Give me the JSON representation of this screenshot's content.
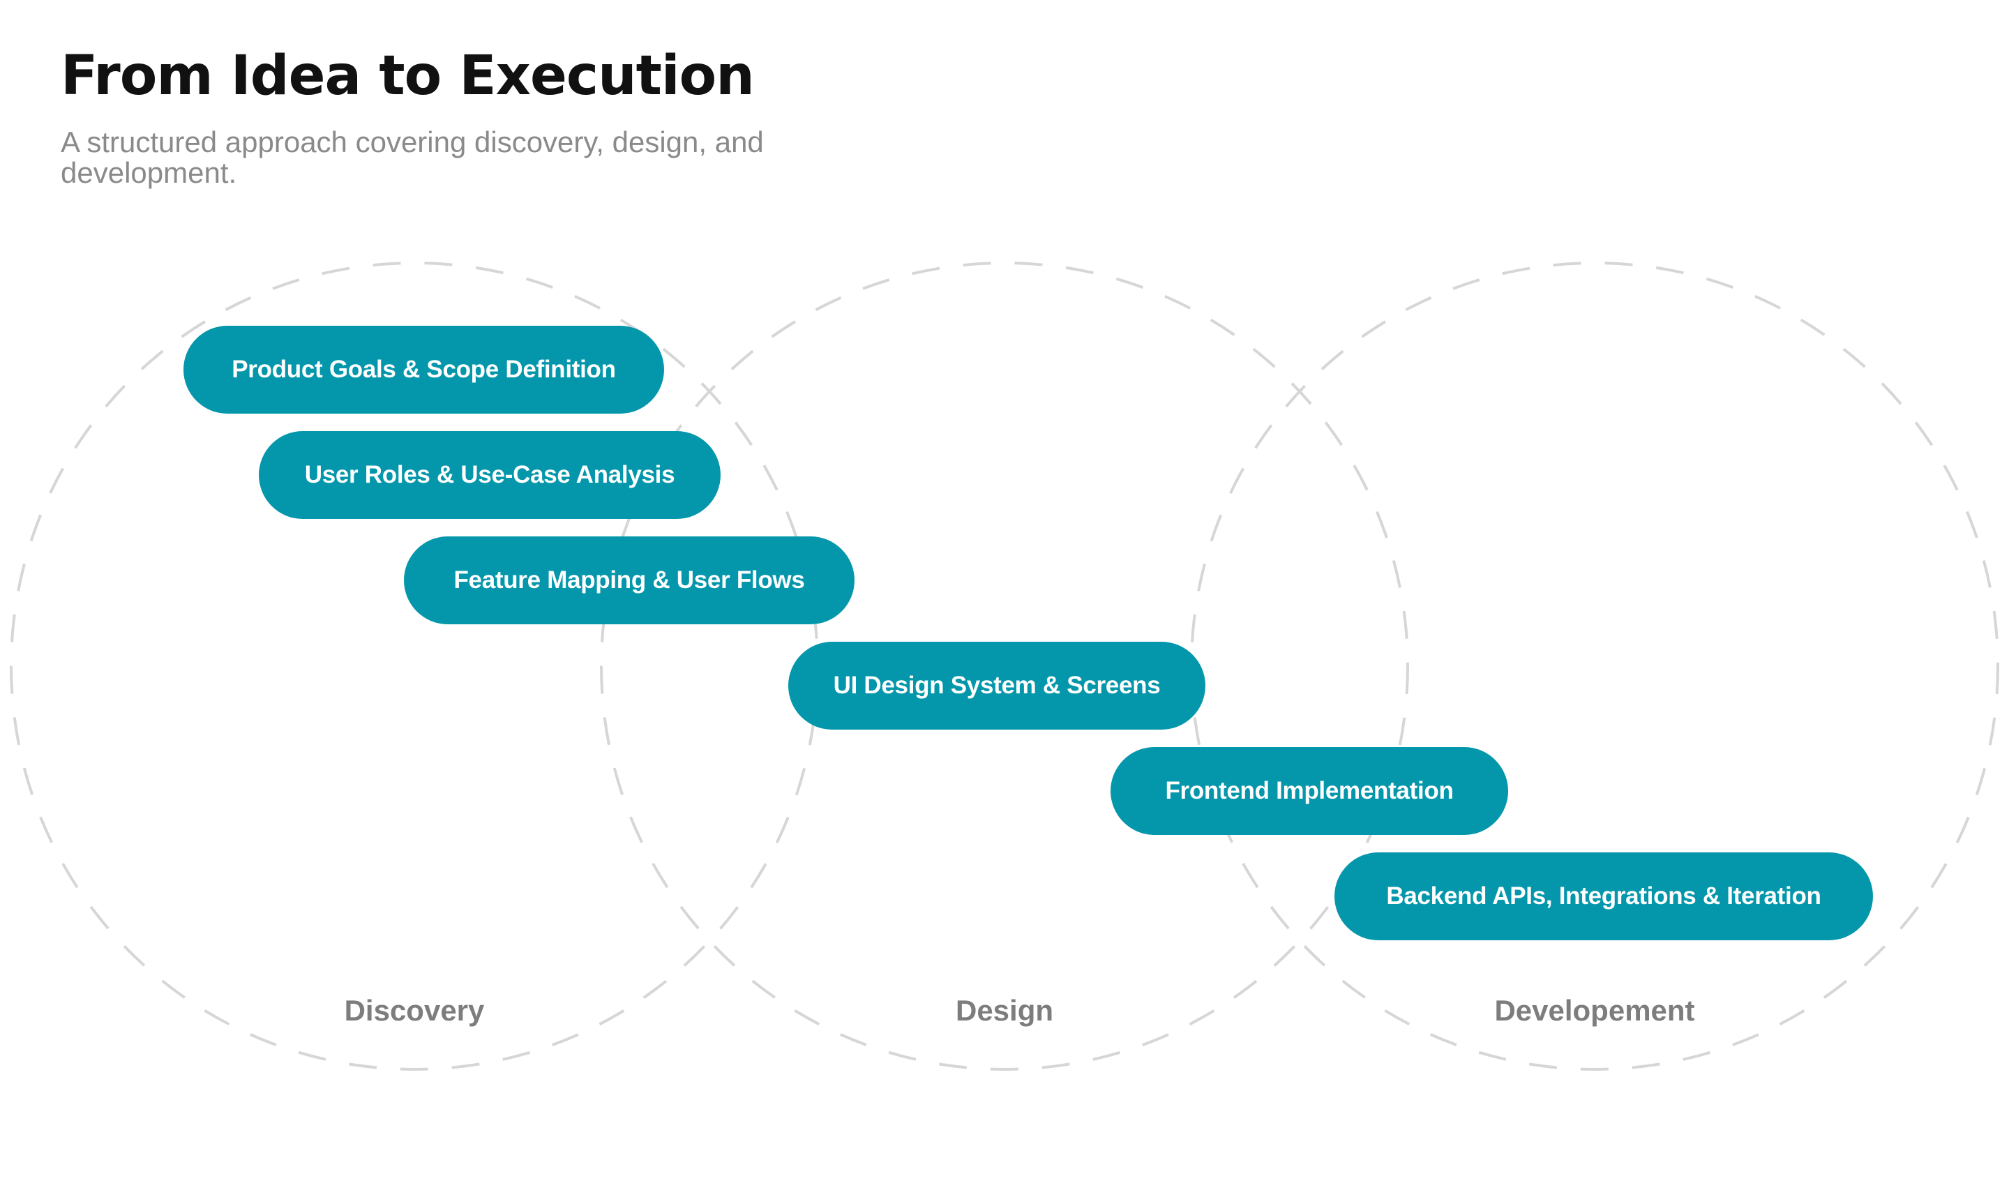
{
  "header": {
    "title": "From Idea to Execution",
    "subtitle": "A structured approach covering discovery, design, and development."
  },
  "phases": [
    {
      "label": "Discovery"
    },
    {
      "label": "Design"
    },
    {
      "label": "Developement"
    }
  ],
  "steps": [
    {
      "label": "Product Goals & Scope Definition"
    },
    {
      "label": "User Roles & Use-Case Analysis"
    },
    {
      "label": "Feature Mapping & User Flows"
    },
    {
      "label": "UI Design System & Screens"
    },
    {
      "label": "Frontend Implementation"
    },
    {
      "label": "Backend APIs, Integrations & Iteration"
    }
  ],
  "colors": {
    "pill_background": "#0497ab",
    "pill_text": "#ffffff",
    "circle_stroke": "#d6d6d6",
    "phase_label": "#7d7d7d",
    "title": "#111111",
    "subtitle": "#8a8a8a"
  }
}
